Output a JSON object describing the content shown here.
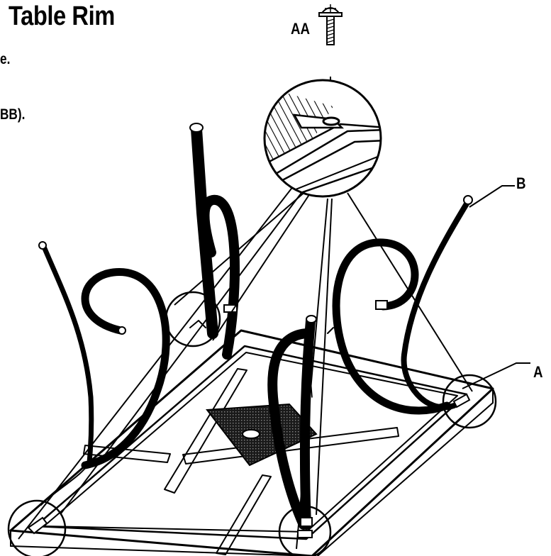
{
  "title": "Table Rim",
  "instructions": [
    "e.",
    "BB)."
  ],
  "callouts": {
    "aa": "AA",
    "b": "B",
    "a": "A"
  }
}
